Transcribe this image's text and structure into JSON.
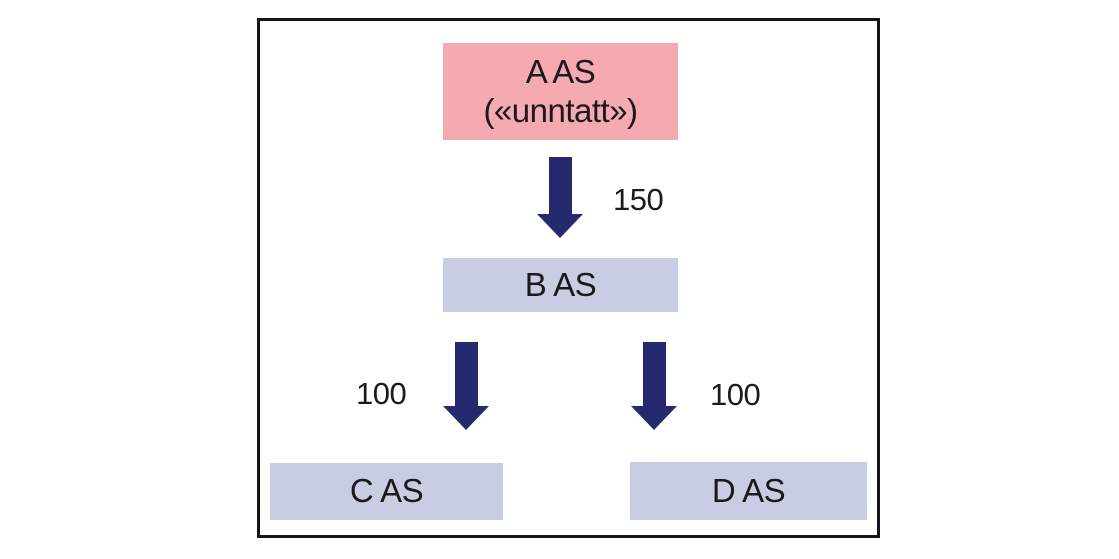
{
  "diagram": {
    "type": "ownership-structure",
    "background_color": "#ffffff",
    "frame_border_color": "#161616",
    "arrow_color": "#242a6d",
    "nodes": [
      {
        "id": "A",
        "line1": "A AS",
        "line2": "(«unntatt»)",
        "fill": "#f5a9b0"
      },
      {
        "id": "B",
        "label": "B AS",
        "fill": "#c9cde4"
      },
      {
        "id": "C",
        "label": "C AS",
        "fill": "#c9cde4"
      },
      {
        "id": "D",
        "label": "D AS",
        "fill": "#c9cde4"
      }
    ],
    "edges": [
      {
        "from": "A AS",
        "to": "B AS",
        "label": "150"
      },
      {
        "from": "B AS",
        "to": "C AS",
        "label": "100"
      },
      {
        "from": "B AS",
        "to": "D AS",
        "label": "100"
      }
    ]
  }
}
